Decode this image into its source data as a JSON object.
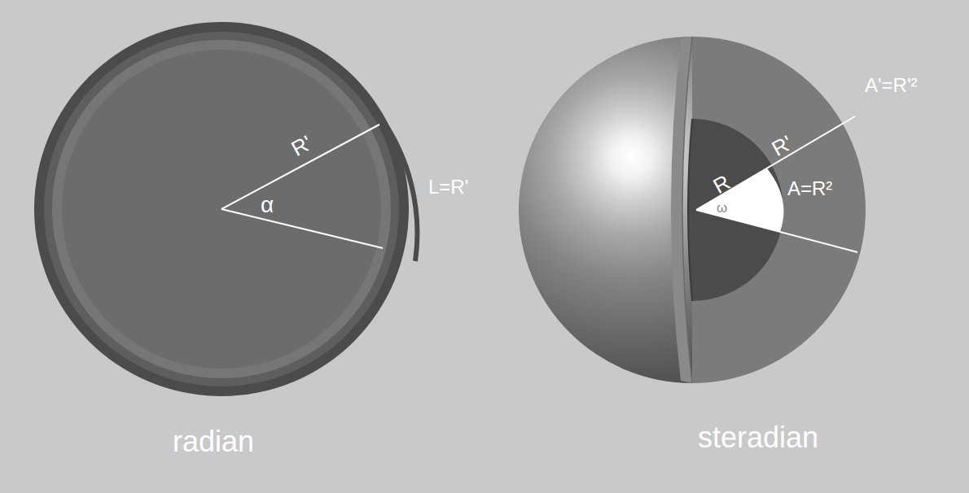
{
  "diagram": {
    "labels": [
      "R'",
      "α",
      "L=R'",
      "radian",
      "R'",
      "R",
      "ω",
      "A=R²",
      "A'=R'²",
      "steradian"
    ]
  }
}
